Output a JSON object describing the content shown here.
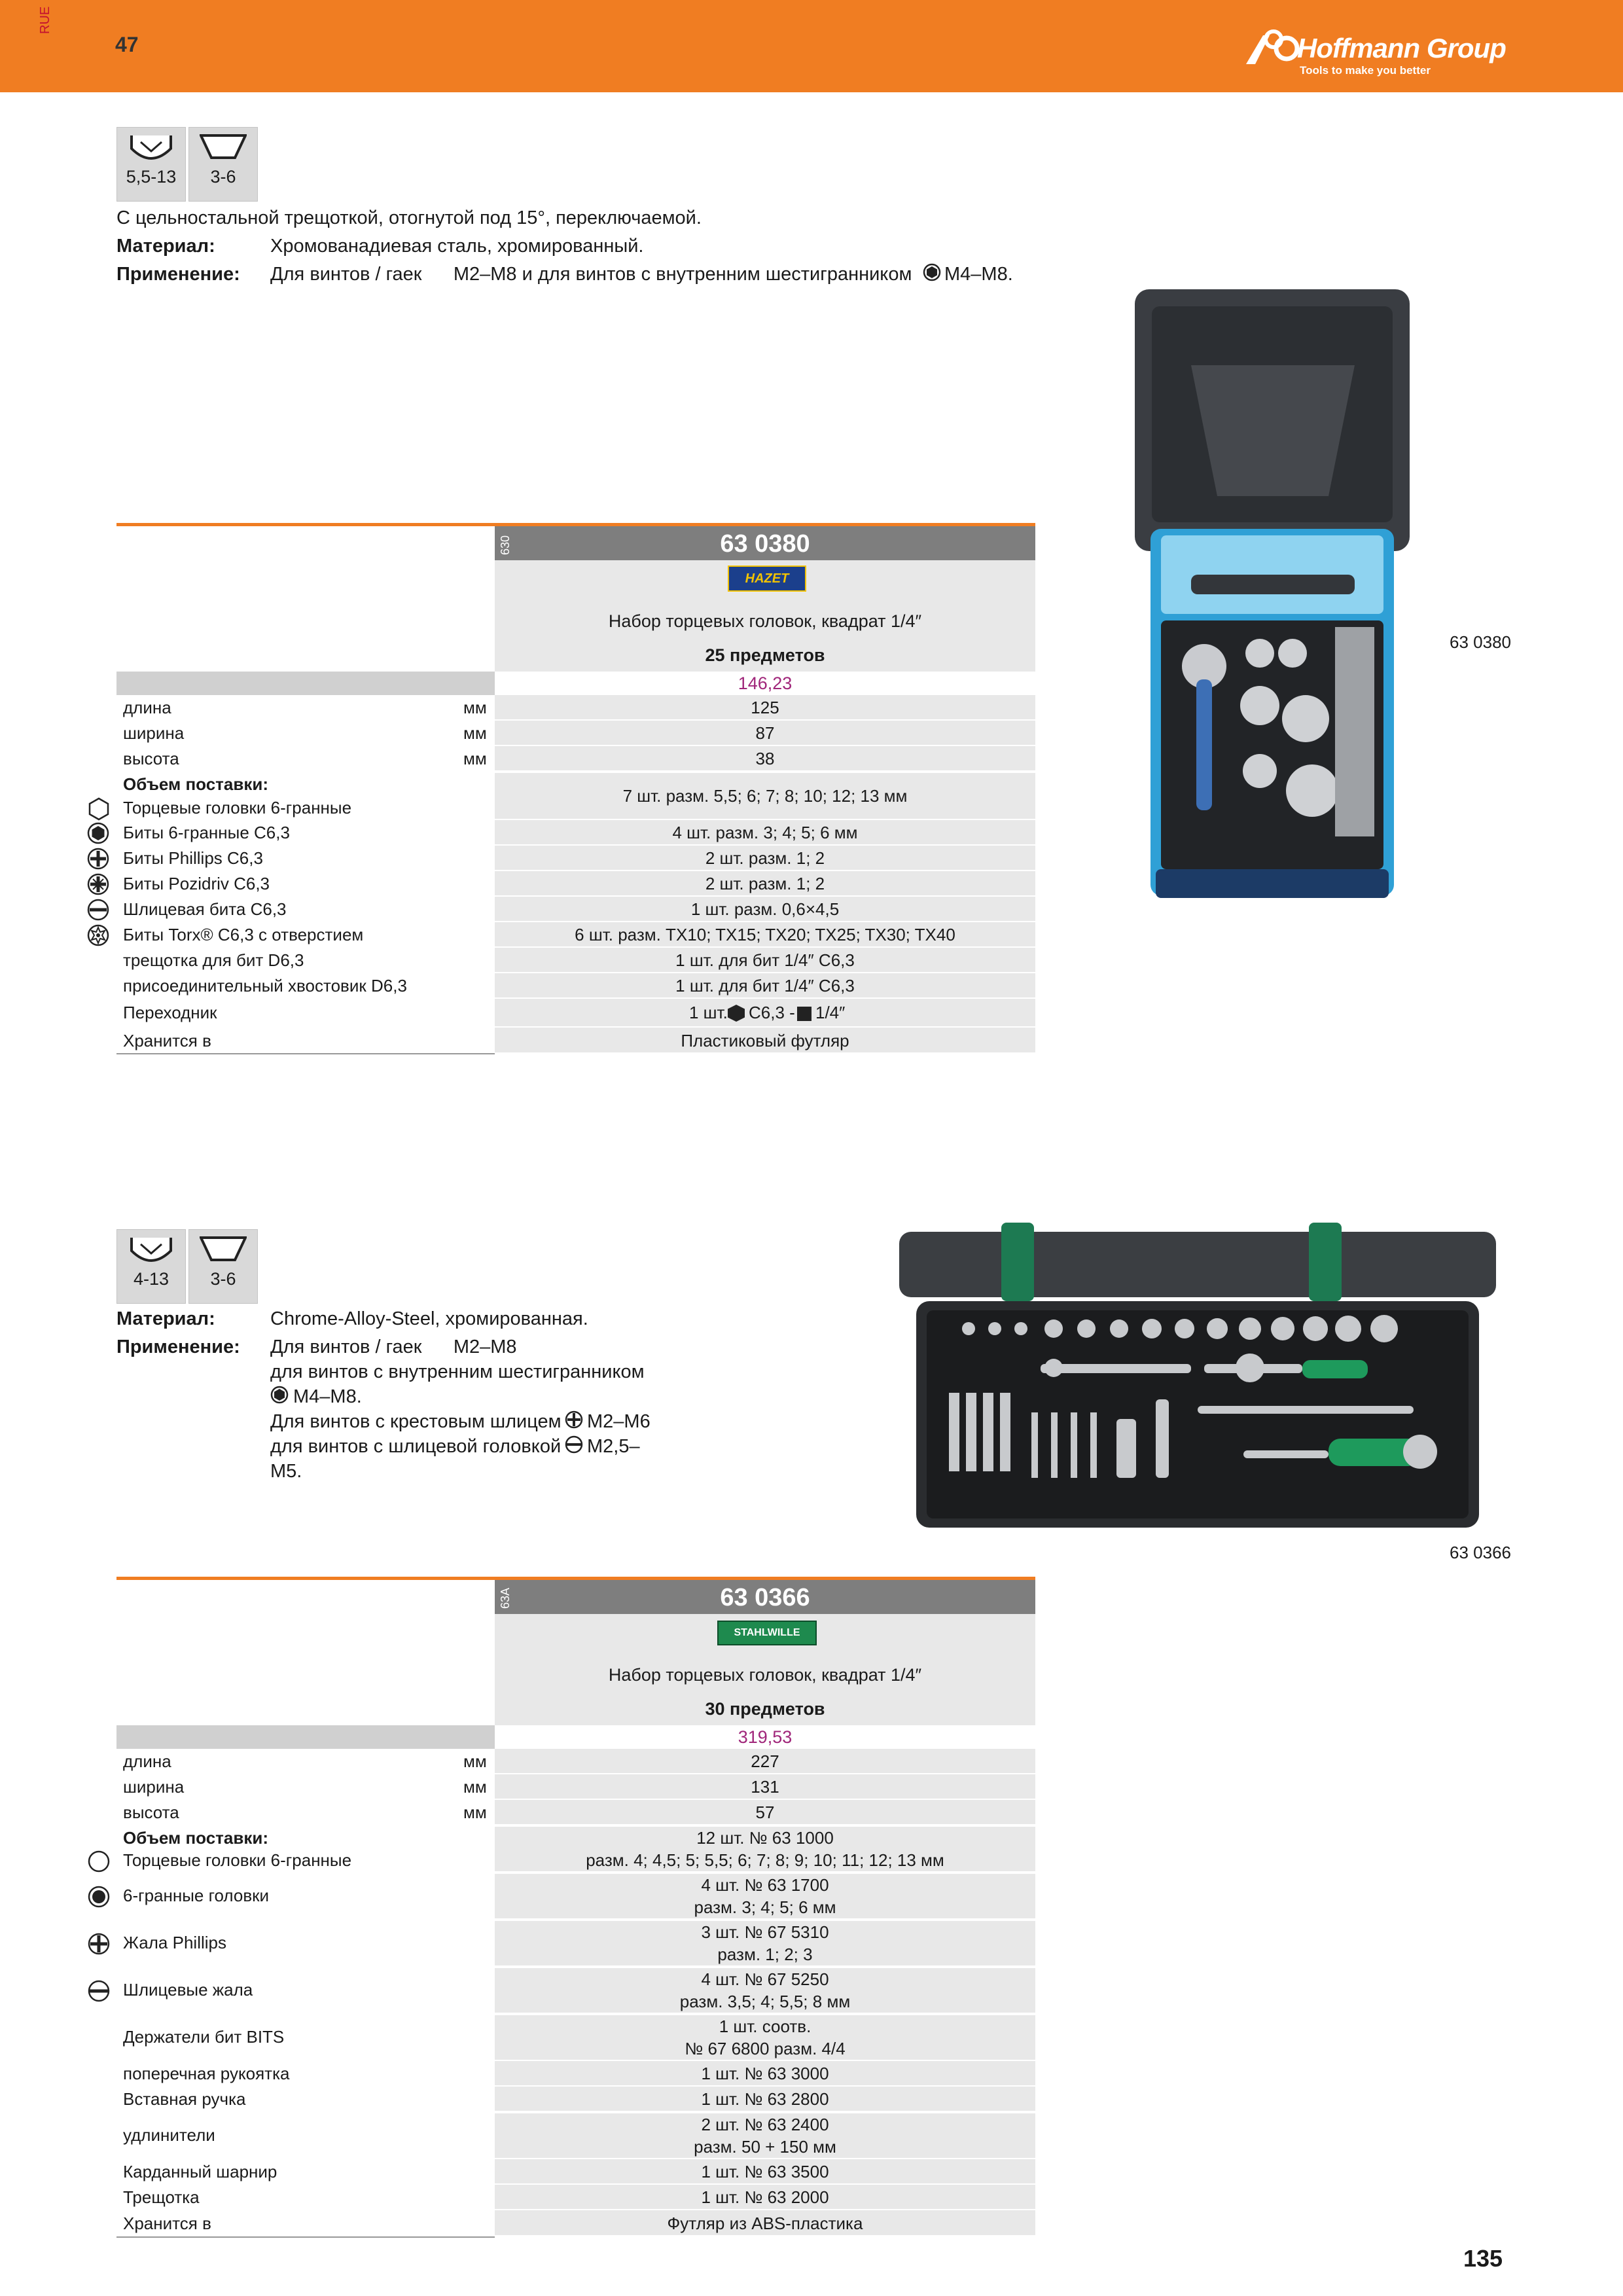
{
  "header": {
    "side_label": "RUE",
    "page_number": "47",
    "brand_name": "Hoffmann Group",
    "brand_tagline": "Tools to make you better",
    "colors": {
      "orange": "#f07d22",
      "price": "#a0267a"
    }
  },
  "product1": {
    "icons": [
      {
        "icon": "socket-icon",
        "label": "5,5-13"
      },
      {
        "icon": "bit-icon",
        "label": "3-6"
      }
    ],
    "intro": "С цельностальной трещоткой, отогнутой под 15°, переключаемой.",
    "material_label": "Материал:",
    "material": "Хромованадиевая сталь, хромированный.",
    "application_label": "Применение:",
    "application_a": "Для винтов / гаек      M2–M8 и для винтов с внутренним шестигранником",
    "application_b": "M4–M8.",
    "photo_caption": "63 0380",
    "table": {
      "group_code": "630",
      "article": "63 0380",
      "brand": "HAZET",
      "description": "Набор торцевых головок, квадрат 1/4″",
      "pieces": "25 предметов",
      "price": "146,23",
      "rows": [
        {
          "label": "длина",
          "unit": "мм",
          "value": "125"
        },
        {
          "label": "ширина",
          "unit": "мм",
          "value": "87"
        },
        {
          "label": "высота",
          "unit": "мм",
          "value": "38"
        }
      ],
      "scope_label": "Объем поставки:",
      "scope": [
        {
          "icon": "hex-socket-icon",
          "label": "Торцевые головки 6-гранные",
          "value": "7 шт. разм. 5,5; 6; 7; 8; 10; 12; 13 мм"
        },
        {
          "icon": "hex-bit-icon",
          "label": "Биты 6-гранные C6,3",
          "value": "4 шт. разм. 3; 4; 5; 6 мм"
        },
        {
          "icon": "phillips-icon",
          "label": "Биты Phillips C6,3",
          "value": "2 шт. разм. 1; 2"
        },
        {
          "icon": "pozidriv-icon",
          "label": "Биты Pozidriv C6,3",
          "value": "2 шт. разм. 1; 2"
        },
        {
          "icon": "slotted-icon",
          "label": "Шлицевая бита C6,3",
          "value": "1 шт. разм. 0,6×4,5"
        },
        {
          "icon": "torx-icon",
          "label": "Биты Torx® C6,3 с отверстием",
          "value": "6 шт. разм. TX10; TX15; TX20; TX25; TX30; TX40"
        },
        {
          "icon": "",
          "label": "трещотка для бит D6,3",
          "value": "1 шт. для бит 1/4″ C6,3"
        },
        {
          "icon": "",
          "label": "присоединительный хвостовик D6,3",
          "value": "1 шт. для бит 1/4″ C6,3"
        },
        {
          "icon": "",
          "label": "Переходник",
          "value_a": "1 шт.",
          "value_b": "C6,3 -",
          "value_c": "1/4″"
        },
        {
          "icon": "",
          "label": "Хранится в",
          "value": "Пластиковый футляр"
        }
      ]
    }
  },
  "product2": {
    "icons": [
      {
        "icon": "socket-icon",
        "label": "4-13"
      },
      {
        "icon": "bit-icon",
        "label": "3-6"
      }
    ],
    "material_label": "Материал:",
    "material": "Chrome-Alloy-Steel, хромированная.",
    "application_label": "Применение:",
    "app_lines": [
      "Для винтов / гаек      M2–M8",
      "для винтов с внутренним шестигранником",
      "M4–M8.",
      "Для винтов с крестовым шлицем",
      "M2–M6",
      "для винтов с шлицевой головкой",
      "M2,5–",
      "M5."
    ],
    "photo_caption": "63 0366",
    "table": {
      "group_code": "63A",
      "article": "63 0366",
      "brand": "STAHLWILLE",
      "description": "Набор торцевых головок, квадрат 1/4″",
      "pieces": "30 предметов",
      "price": "319,53",
      "rows": [
        {
          "label": "длина",
          "unit": "мм",
          "value": "227"
        },
        {
          "label": "ширина",
          "unit": "мм",
          "value": "131"
        },
        {
          "label": "высота",
          "unit": "мм",
          "value": "57"
        }
      ],
      "scope_label": "Объем поставки:",
      "scope": [
        {
          "icon": "hex-socket-icon",
          "label": "Торцевые головки 6-гранные",
          "value1": "12 шт. № 63 1000",
          "value2": "разм. 4; 4,5; 5; 5,5; 6; 7; 8; 9; 10; 11; 12; 13 мм"
        },
        {
          "icon": "hex-bit-icon",
          "label": "6-гранные головки",
          "value1": "4 шт. № 63 1700",
          "value2": "разм. 3; 4; 5; 6 мм"
        },
        {
          "icon": "phillips-icon",
          "label": "Жала Phillips",
          "value1": "3 шт. № 67 5310",
          "value2": "разм. 1; 2; 3"
        },
        {
          "icon": "slotted-icon",
          "label": "Шлицевые жала",
          "value1": "4 шт. № 67 5250",
          "value2": "разм. 3,5; 4; 5,5; 8 мм"
        },
        {
          "icon": "",
          "label": "Держатели бит BITS",
          "value1": "1 шт. соотв.",
          "value2": "№ 67 6800 разм. 4/4"
        },
        {
          "icon": "",
          "label": "поперечная рукоятка",
          "value1": "1 шт. № 63 3000"
        },
        {
          "icon": "",
          "label": "Вставная ручка",
          "value1": "1 шт. № 63 2800"
        },
        {
          "icon": "",
          "label": "удлинители",
          "value1": "2 шт. № 63 2400",
          "value2": "разм. 50 + 150 мм"
        },
        {
          "icon": "",
          "label": "Карданный шарнир",
          "value1": "1 шт. № 63 3500"
        },
        {
          "icon": "",
          "label": "Трещотка",
          "value1": "1 шт. № 63 2000"
        },
        {
          "icon": "",
          "label": "Хранится в",
          "value1": "Футляр из ABS-пластика"
        }
      ]
    }
  },
  "footer": {
    "page_number": "135"
  }
}
